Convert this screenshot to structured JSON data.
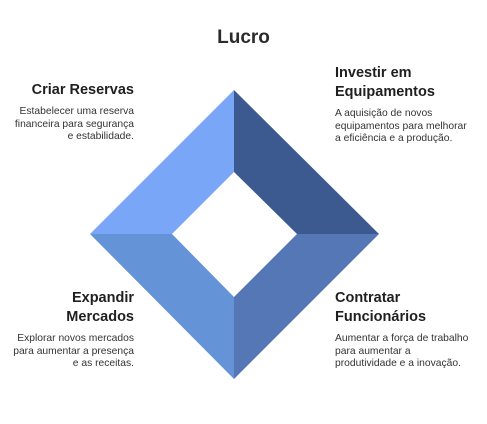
{
  "title": "Lucro",
  "colors": {
    "top_left": "#7aa6f7",
    "top_right": "#3c5a8f",
    "bottom_right": "#5577b6",
    "bottom_left": "#6593d8"
  },
  "quadrants": {
    "top_left": {
      "heading": "Criar Reservas",
      "text": "Estabelecer uma reserva financeira para segurança e estabilidade."
    },
    "top_right": {
      "heading": "Investir em Equipamentos",
      "text": "A aquisição de novos equipamentos para melhorar a eficiência e a produção."
    },
    "bottom_left": {
      "heading": "Expandir Mercados",
      "text": "Explorar novos mercados para aumentar a presença e as receitas."
    },
    "bottom_right": {
      "heading": "Contratar Funcionários",
      "text": "Aumentar a força de trabalho para aumentar a produtividade e a inovação."
    }
  }
}
